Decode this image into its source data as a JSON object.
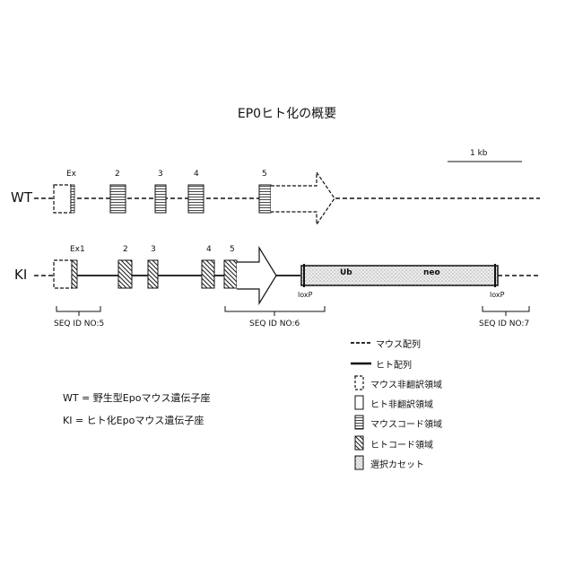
{
  "title": "EP0ヒト化の概要",
  "scale_label": "1 kb",
  "rows": {
    "wt": "WT",
    "ki": "KI"
  },
  "wt_exons": [
    "Ex",
    "2",
    "3",
    "4",
    "5"
  ],
  "ki_exons": [
    "Ex1",
    "2",
    "3",
    "4",
    "5"
  ],
  "cassette": {
    "left_label": "Ub",
    "right_label": "neo"
  },
  "loxp": [
    "loxP",
    "loxP"
  ],
  "seq_ids": [
    "SEQ ID NO:5",
    "SEQ ID NO:6",
    "SEQ ID NO:7"
  ],
  "legend": [
    {
      "key": "mouse_seq",
      "label": "マウス配列"
    },
    {
      "key": "human_seq",
      "label": "ヒト配列"
    },
    {
      "key": "mouse_utr",
      "label": "マウス非翻訳領域"
    },
    {
      "key": "human_utr",
      "label": "ヒト非翻訳領域"
    },
    {
      "key": "mouse_cds",
      "label": "マウスコード領域"
    },
    {
      "key": "human_cds",
      "label": "ヒトコード領域"
    },
    {
      "key": "cassette",
      "label": "選択カセット"
    }
  ],
  "notes": {
    "wt": "WT = 野生型Epoマウス遺伝子座",
    "ki": "KI = ヒト化Epoマウス遺伝子座"
  }
}
